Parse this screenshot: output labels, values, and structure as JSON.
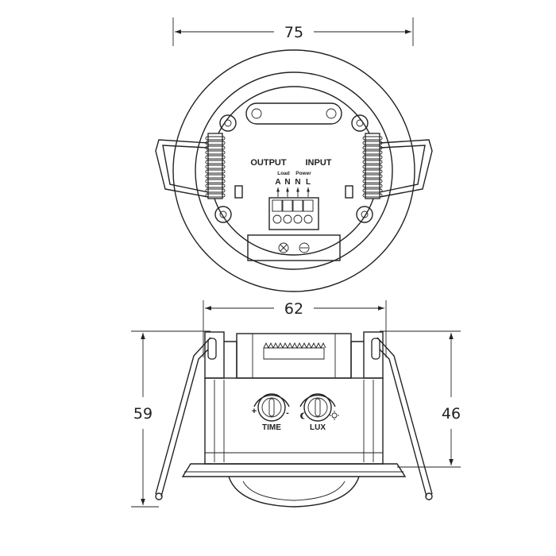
{
  "dimensions": {
    "top_diameter": "75",
    "width": "62",
    "total_height": "59",
    "body_height": "46"
  },
  "labels": {
    "output": "OUTPUT",
    "input": "INPUT",
    "load": "Load",
    "power": "Power",
    "terminals": [
      "A",
      "N",
      "N",
      "L"
    ],
    "time": "TIME",
    "lux": "LUX",
    "plus": "+",
    "minus": "-"
  }
}
